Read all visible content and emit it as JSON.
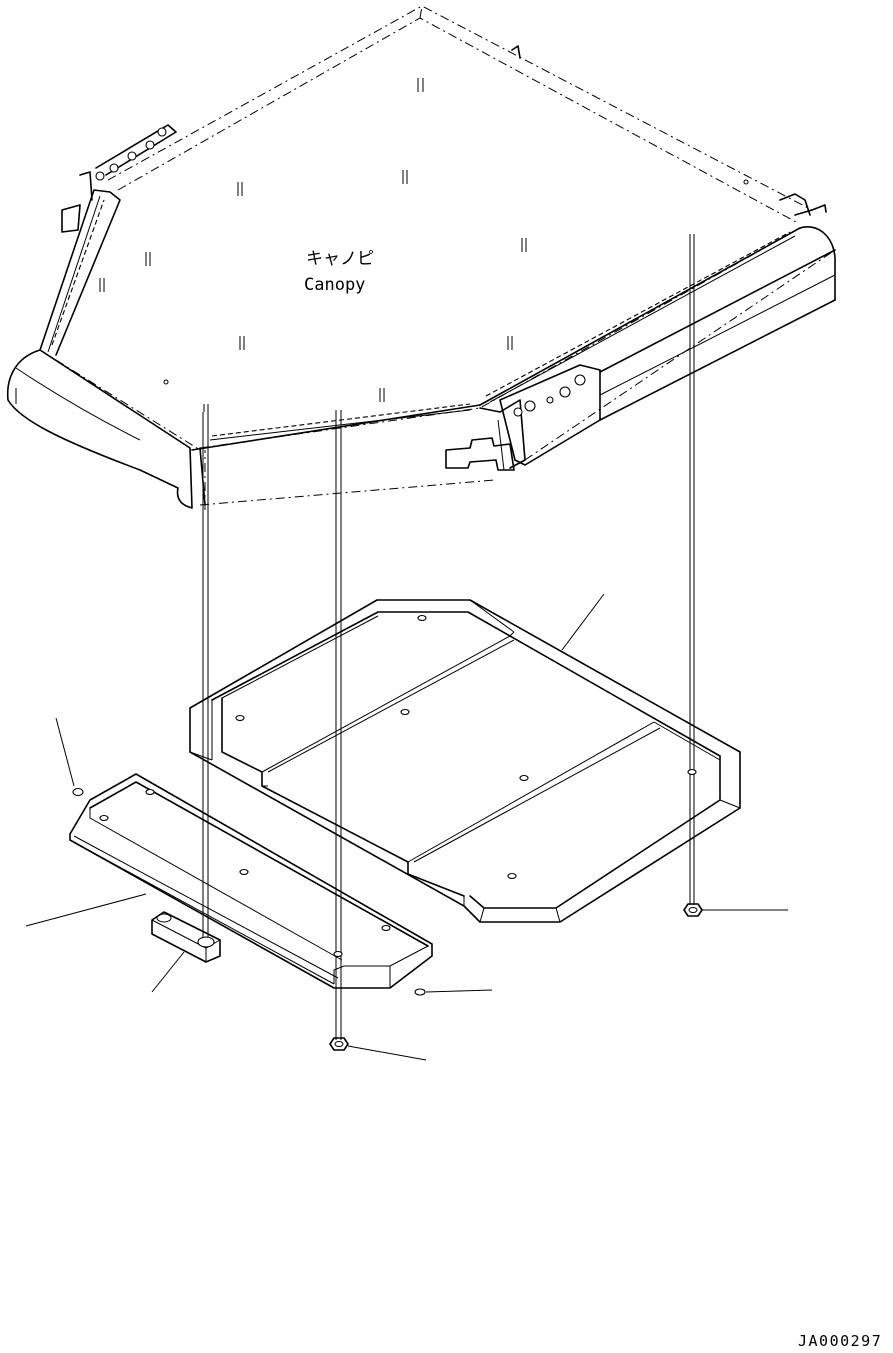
{
  "figure": {
    "canopy_label_jp": "キャノピ",
    "canopy_label_en": "Canopy",
    "drawing_number": "JA000297"
  },
  "callouts": [
    "panel-leader",
    "plate-leader",
    "rubber-mount-leader",
    "spacer-leader",
    "washer-leader",
    "bolt-leader-center",
    "bolt-leader-right",
    "small-washer-leader"
  ]
}
